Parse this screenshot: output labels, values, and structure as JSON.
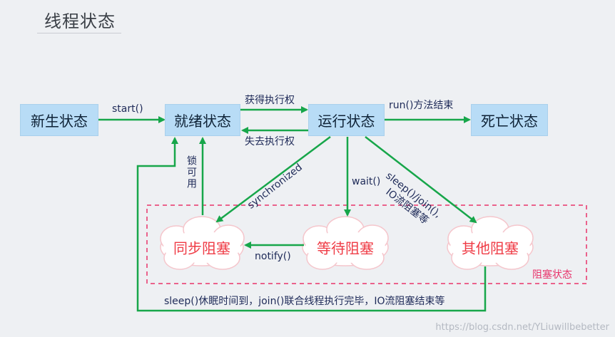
{
  "title": "线程状态",
  "states": {
    "new": "新生状态",
    "ready": "就绪状态",
    "running": "运行状态",
    "dead": "死亡状态"
  },
  "blocked": {
    "sync": "同步阻塞",
    "wait": "等待阻塞",
    "other": "其他阻塞",
    "region_label": "阻塞状态"
  },
  "labels": {
    "start": "start()",
    "get_cpu": "获得执行权",
    "lose_cpu": "失去执行权",
    "run_end": "run()方法结束",
    "sleep_join_io": [
      "sleep()/join(),",
      "IO流阻塞等"
    ],
    "synchronized": "synchronized",
    "wait": "wait()",
    "notify": "notify()",
    "lock_available": "锁可用",
    "bottom": "sleep()休眠时间到，join()联合线程执行完毕，IO流阻塞结束等"
  },
  "colors": {
    "arrow": "#17a64a",
    "state_box": "#b8dcf6",
    "blocked_text": "#ef3b45",
    "dashed_border": "#e8336b"
  },
  "watermark": "https://blog.csdn.net/YLiuwillbebetter"
}
